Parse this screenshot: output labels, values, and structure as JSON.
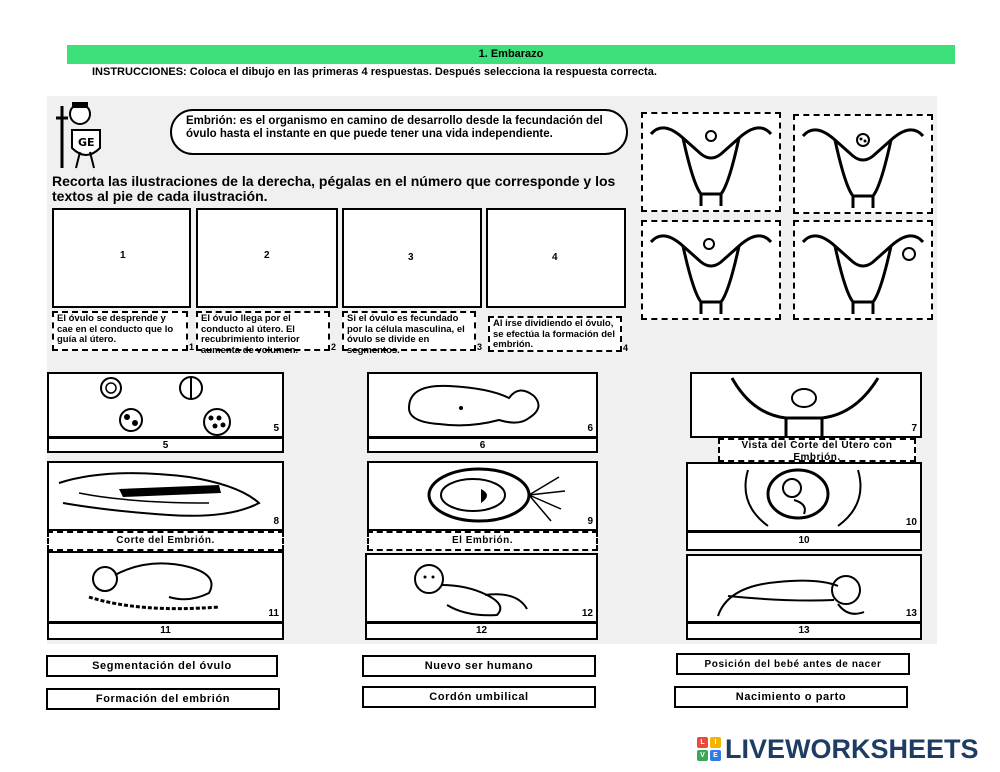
{
  "header": {
    "title": "1.    Embarazo",
    "instructions": "INSTRUCCIONES: Coloca el dibujo en las primeras 4 respuestas. Después selecciona la respuesta correcta."
  },
  "worksheet": {
    "definition": "Embrión: es el organismo en camino de desarrollo desde la fecundación del óvulo hasta el instante en que puede tener una vida independiente.",
    "cut_instruction": "Recorta las ilustraciones de la derecha, pégalas en el número que corresponde y los textos al pie de cada ilustración.",
    "frames": [
      "1",
      "2",
      "3",
      "4"
    ],
    "captions": [
      {
        "text": "El óvulo se desprende y cae en el conducto que lo guía al útero.",
        "num": "1"
      },
      {
        "text": "El óvulo llega por el conducto al útero. El recubrimiento interior aumenta de volumen.",
        "num": "2"
      },
      {
        "text": "Si el óvulo es fecundado por la célula masculina, el óvulo se divide en segmentos.",
        "num": "3"
      },
      {
        "text": "Al irse dividiendo el óvulo, se efectúa la formación del embrión.",
        "num": "4"
      }
    ],
    "cells": [
      {
        "corner": "5",
        "label": "5"
      },
      {
        "corner": "6",
        "label": "6"
      },
      {
        "corner": "7",
        "label": "Vista del Corte del Útero con Embrión."
      },
      {
        "corner": "8",
        "label": "Corte del Embrión."
      },
      {
        "corner": "9",
        "label": "El Embrión."
      },
      {
        "corner": "10",
        "label": "10"
      },
      {
        "corner": "11",
        "label": "11"
      },
      {
        "corner": "12",
        "label": "12"
      },
      {
        "corner": "13",
        "label": "13"
      }
    ]
  },
  "answers": [
    "Segmentación del óvulo",
    "Nuevo ser humano",
    "Posición del bebé antes de nacer",
    "Formación del embrión",
    "Cordón umbilical",
    "Nacimiento o parto"
  ],
  "brand": {
    "name": "LIVEWORKSHEETS",
    "logo_letters": [
      "L",
      "I",
      "V",
      "E"
    ],
    "logo_colors": [
      "#e94b3c",
      "#f4b400",
      "#3aa757",
      "#2d7be5"
    ],
    "text_color": "#1f3d63"
  }
}
